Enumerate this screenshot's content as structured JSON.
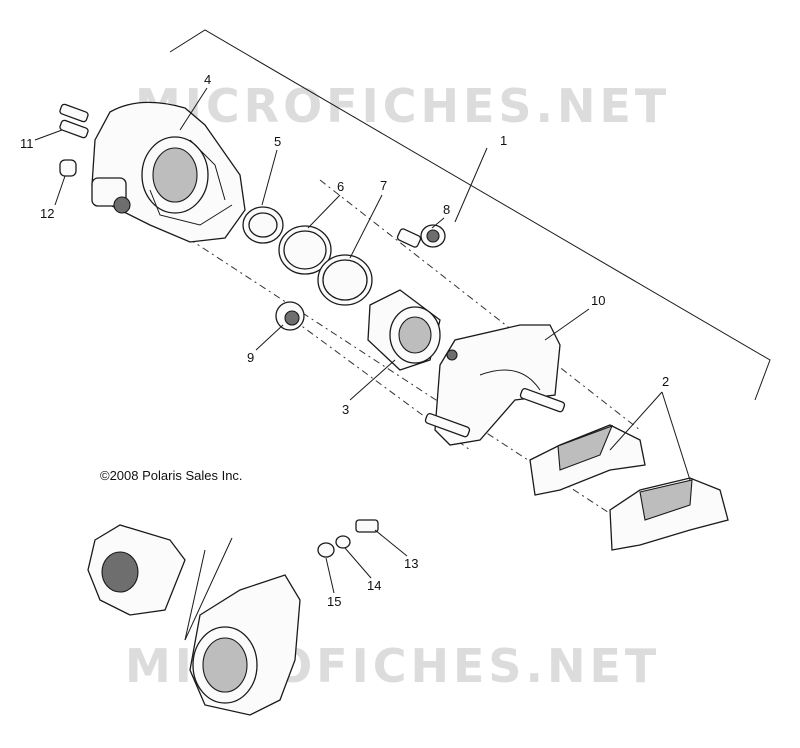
{
  "watermark": {
    "text": "MICROFICHES.NET"
  },
  "copyright": "©2008 Polaris Sales Inc.",
  "callouts": {
    "c1": "1",
    "c2": "2",
    "c3": "3",
    "c4": "4",
    "c5": "5",
    "c6": "6",
    "c7": "7",
    "c8": "8",
    "c9": "9",
    "c10": "10",
    "c11": "11",
    "c12": "12",
    "c13": "13",
    "c14": "14",
    "c15": "15"
  }
}
